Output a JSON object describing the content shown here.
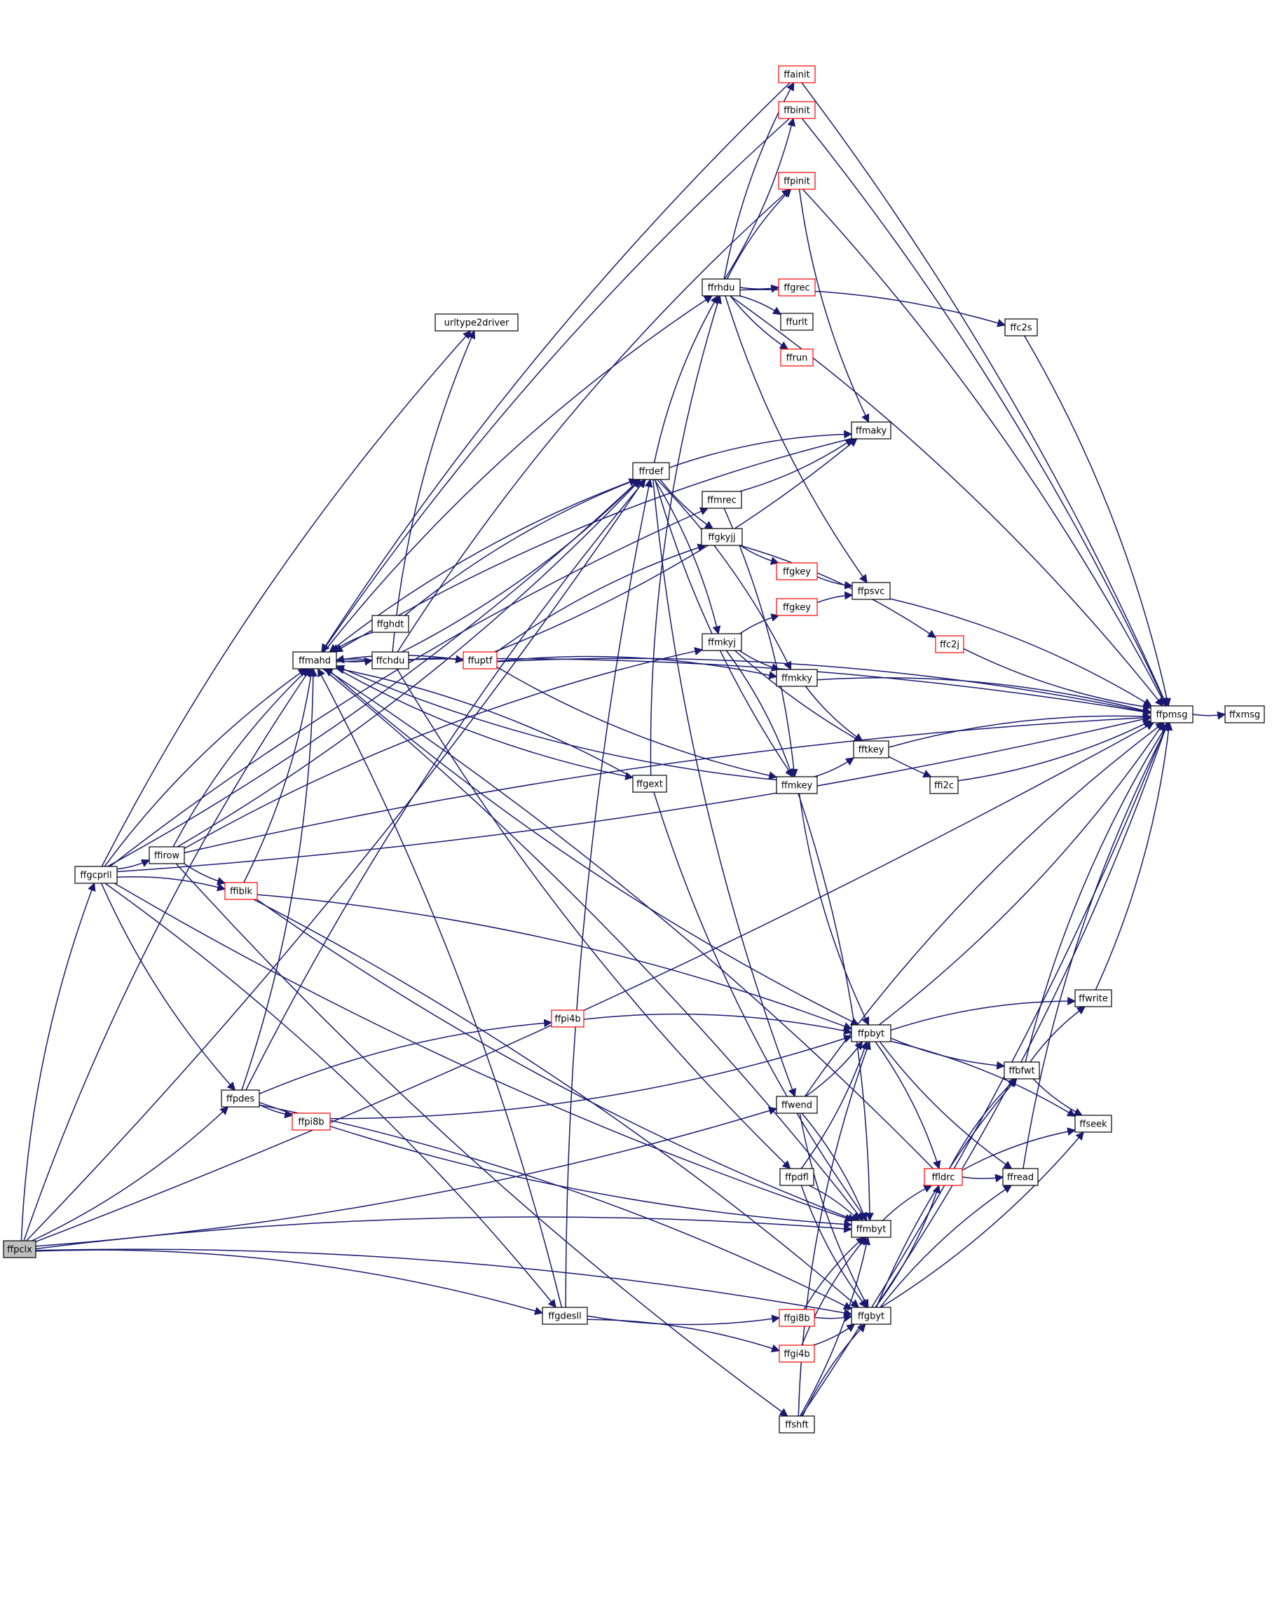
{
  "colors": {
    "edge": "#191970",
    "node_border": "#000000",
    "partial_node_border": "#ff0000",
    "root_fill": "#bfbfbf",
    "node_fill": "#ffffff"
  },
  "nodes": [
    {
      "id": "ffpclx",
      "label": "ffpclx",
      "root": true,
      "partial": false
    },
    {
      "id": "ffgcprll",
      "label": "ffgcprll",
      "partial": false
    },
    {
      "id": "ffirow",
      "label": "ffirow",
      "partial": false
    },
    {
      "id": "ffiblk",
      "label": "ffiblk",
      "partial": true
    },
    {
      "id": "ffpdes",
      "label": "ffpdes",
      "partial": false
    },
    {
      "id": "ffpi8b",
      "label": "ffpi8b",
      "partial": true
    },
    {
      "id": "ffmahd",
      "label": "ffmahd",
      "partial": false
    },
    {
      "id": "ffghdt",
      "label": "ffghdt",
      "partial": false
    },
    {
      "id": "ffchdu",
      "label": "ffchdu",
      "partial": false
    },
    {
      "id": "urltype2driver",
      "label": "urltype2driver",
      "partial": false
    },
    {
      "id": "ffuptf",
      "label": "ffuptf",
      "partial": true
    },
    {
      "id": "ffgdesll",
      "label": "ffgdesll",
      "partial": false
    },
    {
      "id": "ffpi4b",
      "label": "ffpi4b",
      "partial": true
    },
    {
      "id": "ffrdef",
      "label": "ffrdef",
      "partial": false
    },
    {
      "id": "ffgext",
      "label": "ffgext",
      "partial": false
    },
    {
      "id": "ffrhdu",
      "label": "ffrhdu",
      "partial": false
    },
    {
      "id": "ffmrec",
      "label": "ffmrec",
      "partial": false
    },
    {
      "id": "ffgkyjj",
      "label": "ffgkyjj",
      "partial": false
    },
    {
      "id": "ffmkyj",
      "label": "ffmkyj",
      "partial": false
    },
    {
      "id": "ffwend",
      "label": "ffwend",
      "partial": false
    },
    {
      "id": "ffpdfl",
      "label": "ffpdfl",
      "partial": false
    },
    {
      "id": "ffshft",
      "label": "ffshft",
      "partial": false
    },
    {
      "id": "ffainit",
      "label": "ffainit",
      "partial": true
    },
    {
      "id": "ffbinit",
      "label": "ffbinit",
      "partial": true
    },
    {
      "id": "ffpinit",
      "label": "ffpinit",
      "partial": true
    },
    {
      "id": "ffgrec",
      "label": "ffgrec",
      "partial": true
    },
    {
      "id": "ffurlt",
      "label": "ffurlt",
      "partial": false
    },
    {
      "id": "ffrun",
      "label": "ffrun",
      "partial": true
    },
    {
      "id": "ffgkey1",
      "label": "ffgkey",
      "partial": true
    },
    {
      "id": "ffgkey2",
      "label": "ffgkey",
      "partial": true
    },
    {
      "id": "ffmkky",
      "label": "ffmkky",
      "partial": false
    },
    {
      "id": "ffmkey",
      "label": "ffmkey",
      "partial": false
    },
    {
      "id": "ffgi8b",
      "label": "ffgi8b",
      "partial": true
    },
    {
      "id": "ffgi4b",
      "label": "ffgi4b",
      "partial": true
    },
    {
      "id": "ffmaky",
      "label": "ffmaky",
      "partial": false
    },
    {
      "id": "ffpsvc",
      "label": "ffpsvc",
      "partial": false
    },
    {
      "id": "ffc2s",
      "label": "ffc2s",
      "partial": false
    },
    {
      "id": "ffc2j",
      "label": "ffc2j",
      "partial": true
    },
    {
      "id": "fftkey",
      "label": "fftkey",
      "partial": false
    },
    {
      "id": "ffi2c",
      "label": "ffi2c",
      "partial": false
    },
    {
      "id": "ffpbyt",
      "label": "ffpbyt",
      "partial": false
    },
    {
      "id": "ffmbyt",
      "label": "ffmbyt",
      "partial": false
    },
    {
      "id": "ffgbyt",
      "label": "ffgbyt",
      "partial": false
    },
    {
      "id": "ffldrc",
      "label": "ffldrc",
      "partial": true
    },
    {
      "id": "ffbfwt",
      "label": "ffbfwt",
      "partial": false
    },
    {
      "id": "ffwrite",
      "label": "ffwrite",
      "partial": false
    },
    {
      "id": "ffseek",
      "label": "ffseek",
      "partial": false
    },
    {
      "id": "ffread",
      "label": "ffread",
      "partial": false
    },
    {
      "id": "ffpmsg",
      "label": "ffpmsg",
      "partial": false
    },
    {
      "id": "ffxmsg",
      "label": "ffxmsg",
      "partial": false
    }
  ],
  "edges": [
    [
      "ffpclx",
      "ffgcprll"
    ],
    [
      "ffpclx",
      "ffpdes"
    ],
    [
      "ffpclx",
      "ffmahd"
    ],
    [
      "ffpclx",
      "ffrdef"
    ],
    [
      "ffpclx",
      "ffgdesll"
    ],
    [
      "ffpclx",
      "ffwend"
    ],
    [
      "ffpclx",
      "ffgbyt"
    ],
    [
      "ffpclx",
      "ffpmsg"
    ],
    [
      "ffpclx",
      "ffmbyt"
    ],
    [
      "ffgcprll",
      "ffirow"
    ],
    [
      "ffgcprll",
      "ffiblk"
    ],
    [
      "ffgcprll",
      "ffpdes"
    ],
    [
      "ffgcprll",
      "ffmahd"
    ],
    [
      "ffgcprll",
      "ffrdef"
    ],
    [
      "ffgcprll",
      "urltype2driver"
    ],
    [
      "ffgcprll",
      "ffpmsg"
    ],
    [
      "ffgcprll",
      "ffgdesll"
    ],
    [
      "ffgcprll",
      "ffmbyt"
    ],
    [
      "ffgcprll",
      "ffmrec"
    ],
    [
      "ffirow",
      "ffiblk"
    ],
    [
      "ffirow",
      "ffmahd"
    ],
    [
      "ffirow",
      "ffrdef"
    ],
    [
      "ffirow",
      "ffmkyj"
    ],
    [
      "ffirow",
      "ffshft"
    ],
    [
      "ffirow",
      "ffpmsg"
    ],
    [
      "ffiblk",
      "ffmahd"
    ],
    [
      "ffiblk",
      "ffpbyt"
    ],
    [
      "ffiblk",
      "ffmbyt"
    ],
    [
      "ffiblk",
      "ffgbyt"
    ],
    [
      "ffpdes",
      "ffmahd"
    ],
    [
      "ffpdes",
      "ffrdef"
    ],
    [
      "ffpdes",
      "ffpi8b"
    ],
    [
      "ffpdes",
      "ffpi4b"
    ],
    [
      "ffpdes",
      "ffmbyt"
    ],
    [
      "ffpdes",
      "ffgbyt"
    ],
    [
      "ffpi8b",
      "ffpbyt"
    ],
    [
      "ffpi4b",
      "ffpbyt"
    ],
    [
      "ffmahd",
      "ffchdu"
    ],
    [
      "ffmahd",
      "ffrhdu"
    ],
    [
      "ffmahd",
      "ffgext"
    ],
    [
      "ffmahd",
      "ffmbyt"
    ],
    [
      "ffmahd",
      "ffpbyt"
    ],
    [
      "ffmahd",
      "ffpmsg"
    ],
    [
      "ffghdt",
      "ffmahd"
    ],
    [
      "ffghdt",
      "ffrdef"
    ],
    [
      "ffchdu",
      "ffmahd"
    ],
    [
      "ffchdu",
      "urltype2driver"
    ],
    [
      "ffchdu",
      "ffrdef"
    ],
    [
      "ffchdu",
      "ffuptf"
    ],
    [
      "ffchdu",
      "ffpdfl"
    ],
    [
      "ffchdu",
      "ffpinit"
    ],
    [
      "ffuptf",
      "ffmahd"
    ],
    [
      "ffuptf",
      "ffgkyjj"
    ],
    [
      "ffuptf",
      "ffmaky"
    ],
    [
      "ffuptf",
      "ffmkky"
    ],
    [
      "ffuptf",
      "ffmkey"
    ],
    [
      "ffuptf",
      "ffpmsg"
    ],
    [
      "ffgdesll",
      "ffmahd"
    ],
    [
      "ffgdesll",
      "ffrdef"
    ],
    [
      "ffgdesll",
      "ffgi8b"
    ],
    [
      "ffgdesll",
      "ffgi4b"
    ],
    [
      "ffrdef",
      "ffmahd"
    ],
    [
      "ffrdef",
      "ffrhdu"
    ],
    [
      "ffrdef",
      "ffgkyjj"
    ],
    [
      "ffrdef",
      "ffmkyj"
    ],
    [
      "ffrdef",
      "ffmkey"
    ],
    [
      "ffrdef",
      "ffmaky"
    ],
    [
      "ffrdef",
      "ffwend"
    ],
    [
      "ffrdef",
      "ffmkky"
    ],
    [
      "ffgext",
      "ffmahd"
    ],
    [
      "ffgext",
      "ffrhdu"
    ],
    [
      "ffgext",
      "ffmbyt"
    ],
    [
      "ffrhdu",
      "ffainit"
    ],
    [
      "ffrhdu",
      "ffbinit"
    ],
    [
      "ffrhdu",
      "ffpinit"
    ],
    [
      "ffrhdu",
      "ffgrec"
    ],
    [
      "ffrhdu",
      "ffurlt"
    ],
    [
      "ffrhdu",
      "ffrun"
    ],
    [
      "ffrhdu",
      "ffc2s"
    ],
    [
      "ffrhdu",
      "ffpsvc"
    ],
    [
      "ffrhdu",
      "ffpmsg"
    ],
    [
      "ffainit",
      "ffmahd"
    ],
    [
      "ffainit",
      "ffpmsg"
    ],
    [
      "ffbinit",
      "ffmahd"
    ],
    [
      "ffbinit",
      "ffpmsg"
    ],
    [
      "ffpinit",
      "ffmaky"
    ],
    [
      "ffpinit",
      "ffpmsg"
    ],
    [
      "ffmrec",
      "ffmaky"
    ],
    [
      "ffmrec",
      "ffmkey"
    ],
    [
      "ffgkyjj",
      "ffgkey1"
    ],
    [
      "ffgkyjj",
      "ffc2j"
    ],
    [
      "ffgkey1",
      "ffpsvc"
    ],
    [
      "ffmkyj",
      "ffgkey2"
    ],
    [
      "ffmkyj",
      "ffmkky"
    ],
    [
      "ffmkyj",
      "ffmkey"
    ],
    [
      "ffmkyj",
      "ffi2c"
    ],
    [
      "ffgkey2",
      "ffpsvc"
    ],
    [
      "ffmkky",
      "fftkey"
    ],
    [
      "ffmkky",
      "ffpmsg"
    ],
    [
      "ffmkey",
      "fftkey"
    ],
    [
      "ffmkey",
      "ffmahd"
    ],
    [
      "ffmkey",
      "ffpbyt"
    ],
    [
      "ffmkey",
      "ffmbyt"
    ],
    [
      "ffmaky",
      "ffmahd"
    ],
    [
      "ffc2s",
      "ffpmsg"
    ],
    [
      "ffc2j",
      "ffpmsg"
    ],
    [
      "fftkey",
      "ffpmsg"
    ],
    [
      "ffi2c",
      "ffpmsg"
    ],
    [
      "ffpsvc",
      "ffpmsg"
    ],
    [
      "ffwend",
      "ffpbyt"
    ],
    [
      "ffwend",
      "ffmbyt"
    ],
    [
      "ffwend",
      "ffgbyt"
    ],
    [
      "ffwend",
      "ffpmsg"
    ],
    [
      "ffpdfl",
      "ffpbyt"
    ],
    [
      "ffpdfl",
      "ffmbyt"
    ],
    [
      "ffpdfl",
      "ffgbyt"
    ],
    [
      "ffshft",
      "ffpbyt"
    ],
    [
      "ffshft",
      "ffmbyt"
    ],
    [
      "ffshft",
      "ffgbyt"
    ],
    [
      "ffshft",
      "ffpmsg"
    ],
    [
      "ffgi8b",
      "ffmbyt"
    ],
    [
      "ffgi8b",
      "ffgbyt"
    ],
    [
      "ffgi4b",
      "ffmbyt"
    ],
    [
      "ffgi4b",
      "ffgbyt"
    ],
    [
      "ffpbyt",
      "ffwrite"
    ],
    [
      "ffpbyt",
      "ffbfwt"
    ],
    [
      "ffpbyt",
      "ffseek"
    ],
    [
      "ffpbyt",
      "ffread"
    ],
    [
      "ffpbyt",
      "ffldrc"
    ],
    [
      "ffpbyt",
      "ffpmsg"
    ],
    [
      "ffmbyt",
      "ffldrc"
    ],
    [
      "ffgbyt",
      "ffldrc"
    ],
    [
      "ffgbyt",
      "ffread"
    ],
    [
      "ffgbyt",
      "ffseek"
    ],
    [
      "ffgbyt",
      "ffbfwt"
    ],
    [
      "ffgbyt",
      "ffpmsg"
    ],
    [
      "ffldrc",
      "ffbfwt"
    ],
    [
      "ffldrc",
      "ffread"
    ],
    [
      "ffldrc",
      "ffseek"
    ],
    [
      "ffldrc",
      "ffmahd"
    ],
    [
      "ffbfwt",
      "ffwrite"
    ],
    [
      "ffbfwt",
      "ffseek"
    ],
    [
      "ffbfwt",
      "ffpmsg"
    ],
    [
      "ffwrite",
      "ffpmsg"
    ],
    [
      "ffread",
      "ffpmsg"
    ],
    [
      "ffpmsg",
      "ffxmsg"
    ]
  ]
}
